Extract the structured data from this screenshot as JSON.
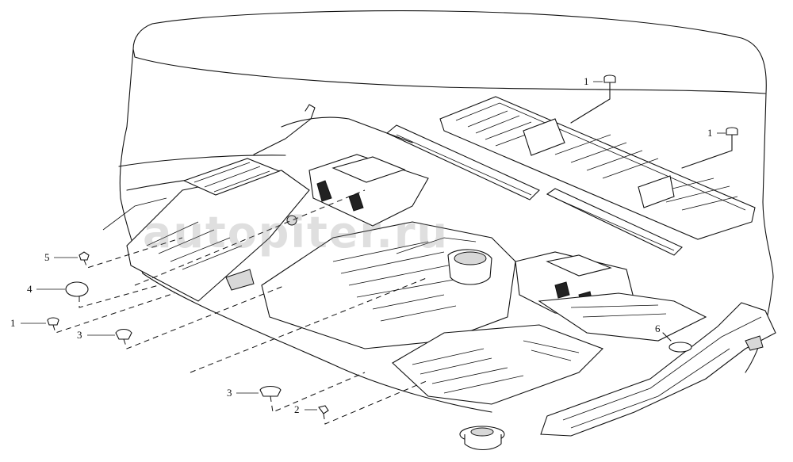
{
  "watermark": "autopiter.ru",
  "callouts": [
    {
      "id": "c1-top",
      "label": "1"
    },
    {
      "id": "c1-right",
      "label": "1"
    },
    {
      "id": "c5",
      "label": "5"
    },
    {
      "id": "c4",
      "label": "4"
    },
    {
      "id": "c1-left",
      "label": "1"
    },
    {
      "id": "c3-left",
      "label": "3"
    },
    {
      "id": "c6",
      "label": "6"
    },
    {
      "id": "c3-bottom",
      "label": "3"
    },
    {
      "id": "c2",
      "label": "2"
    }
  ]
}
